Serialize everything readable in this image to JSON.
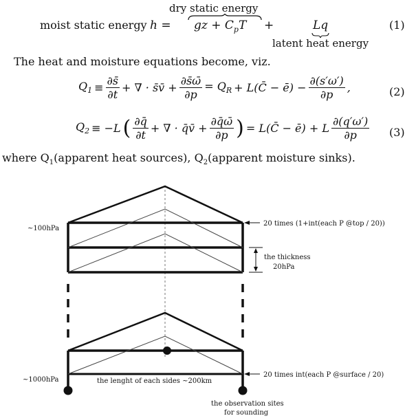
{
  "equation1": {
    "label_left": "moist static energy",
    "lhs": "h =",
    "over_label": "dry static energy",
    "term1": "gz + C",
    "term1_sub": "p",
    "term1_tail": "T",
    "plus": "+",
    "term2": "Lq",
    "under_label": "latent heat energy",
    "number": "(1)"
  },
  "intro_sentence": "The heat and moisture equations become, viz.",
  "equation2": {
    "lhs": "Q",
    "lhs_sub": "1",
    "def": "≡",
    "f1_num": "∂s̄",
    "f1_den": "∂t",
    "mid1": "+ ∇ · s̄v̄ +",
    "f2_num": "∂s̄ω̄",
    "f2_den": "∂p",
    "rhs": "= Q",
    "rhs_sub": "R",
    "rhs2": "+ L(C̄ − ē) −",
    "f3_num": "∂(s′ω′)",
    "f3_den": "∂p",
    "tail": ",",
    "number": "(2)"
  },
  "equation3": {
    "lhs": "Q",
    "lhs_sub": "2",
    "def": "≡ −L",
    "open": "(",
    "f1_num": "∂q̄",
    "f1_den": "∂t",
    "mid1": "+ ∇ · q̄v̄ +",
    "f2_num": "∂q̄ω̄",
    "f2_den": "∂p",
    "close": ")",
    "rhs": "= L(C̄ − ē) + L",
    "f3_num": "∂(q′ω′)",
    "f3_den": "∂p",
    "number": "(3)"
  },
  "where_sentence": {
    "pre": "where Q",
    "sub1": "1",
    "mid": "(apparent heat sources), Q",
    "sub2": "2",
    "post": "(apparent moisture sinks)."
  },
  "diagram": {
    "label_top_pressure": "~100hPa",
    "label_bottom_pressure": "~1000hPa",
    "note_top": "20 times (1+int(each P @top / 20))",
    "note_thickness_1": "the thickness",
    "note_thickness_2": "20hPa",
    "note_bottom": "20 times int(each P @surface / 20)",
    "note_sides": "the lenght of each sides  ~200km",
    "note_sites_1": "the observation sites",
    "note_sites_2": "for sounding"
  }
}
